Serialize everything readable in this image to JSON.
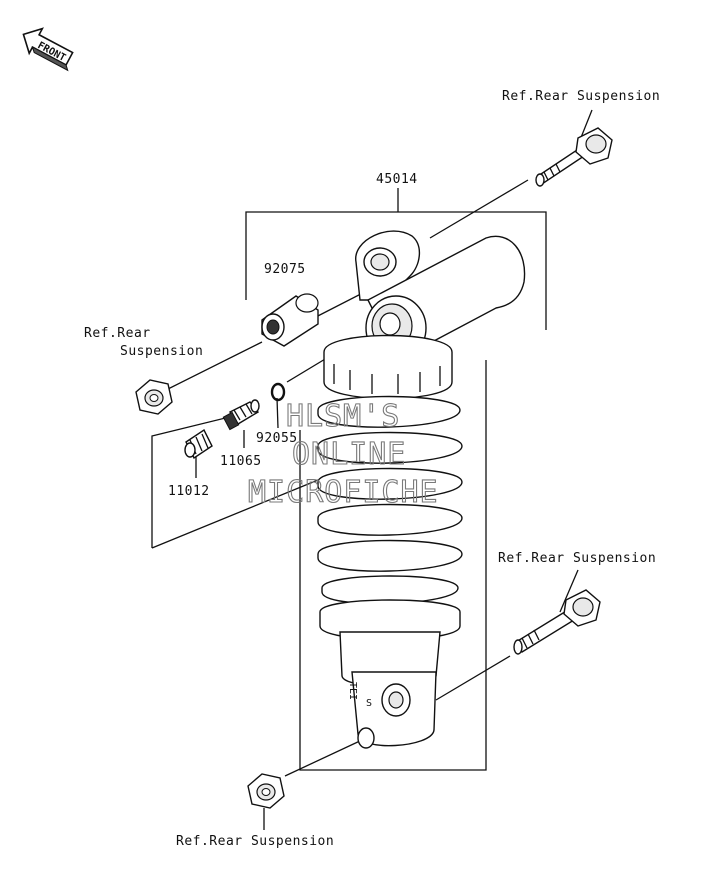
{
  "front_badge": "FRONT",
  "labels": {
    "ref_top_right": "Ref.Rear Suspension",
    "ref_left_line1": "Ref.Rear",
    "ref_left_line2": "Suspension",
    "ref_mid_right": "Ref.Rear Suspension",
    "ref_bottom": "Ref.Rear Suspension",
    "part_45014": "45014",
    "part_92075": "92075",
    "part_92055": "92055",
    "part_11065": "11065",
    "part_11012": "11012"
  },
  "watermark": {
    "line1": "HLSM'S",
    "line2": "ONLINE",
    "line3": "MICROFICHE"
  },
  "shock_body_text": {
    "brand_fragment": "TEI",
    "letter": "S"
  }
}
